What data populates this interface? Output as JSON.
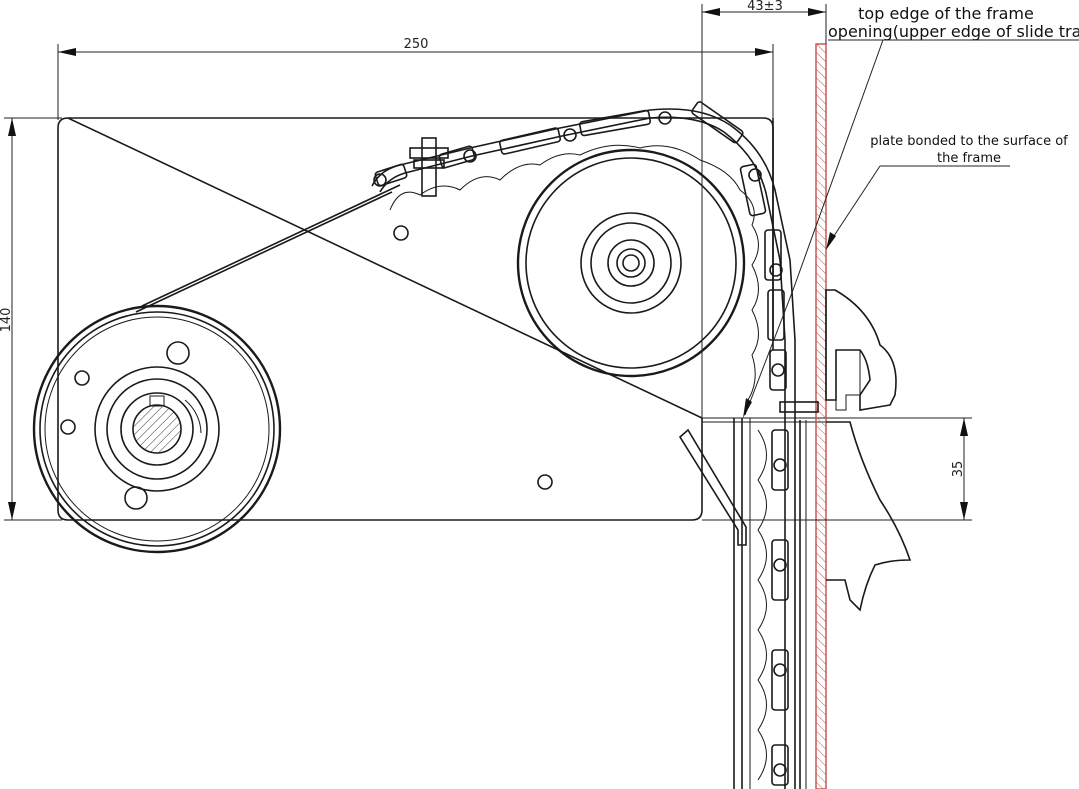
{
  "dimensions": {
    "width_top": "250",
    "height_left": "140",
    "offset_top": "43±3",
    "offset_right": "35"
  },
  "annotations": {
    "frame_opening_line1": "top edge of the frame",
    "frame_opening_line2": "opening(upper edge of slide track",
    "plate_line1": "plate bonded to the surface of",
    "plate_line2": "the frame"
  },
  "colors": {
    "frame_wall": "#c0504d",
    "line": "#1a1a1a"
  }
}
